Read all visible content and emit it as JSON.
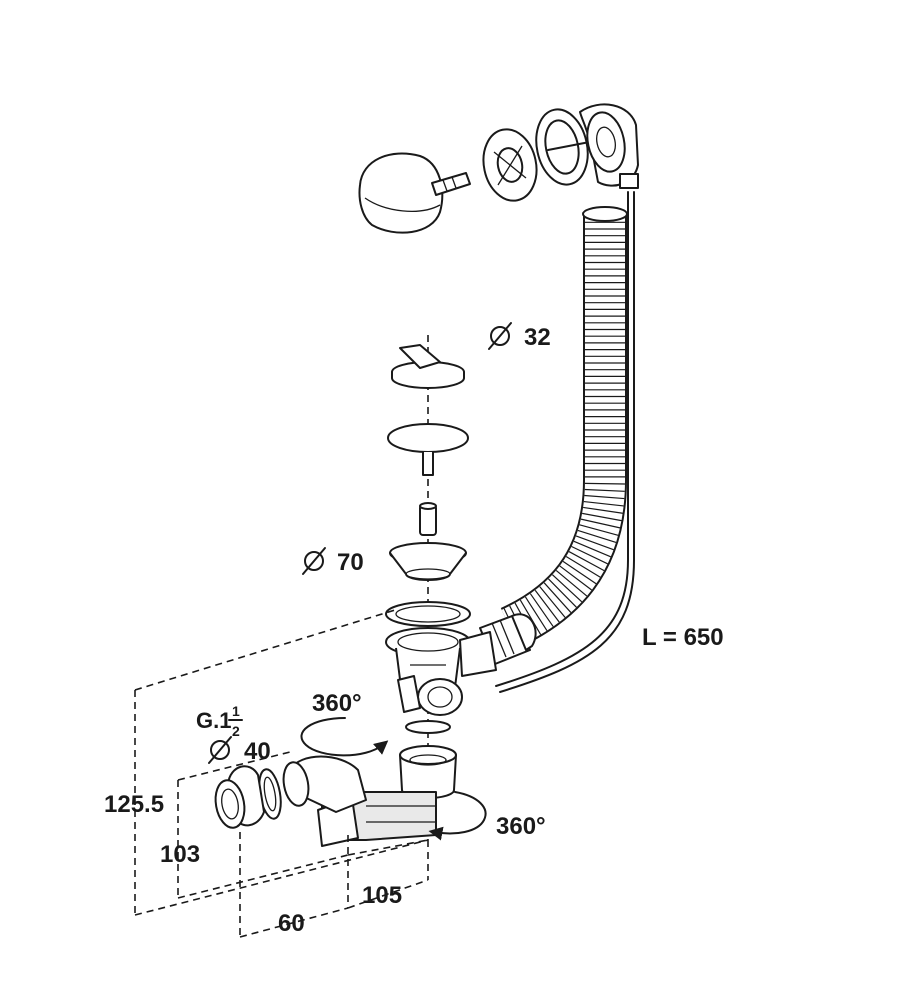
{
  "labels": {
    "bore_top": "32",
    "bore_mid": "70",
    "hose_length": "L = 650",
    "rotation_top": "360°",
    "rotation_right": "360°",
    "thread_prefix": "G.1",
    "thread_num": "1",
    "thread_den": "2",
    "outlet_diameter": "40",
    "height_total": "125.5",
    "height_outlet": "103",
    "width_outlet": "105",
    "width_spacing": "60"
  },
  "icons": {
    "diameter_symbol": "diameter-symbol-icon",
    "rotation_arrow": "rotation-arrow-icon"
  }
}
